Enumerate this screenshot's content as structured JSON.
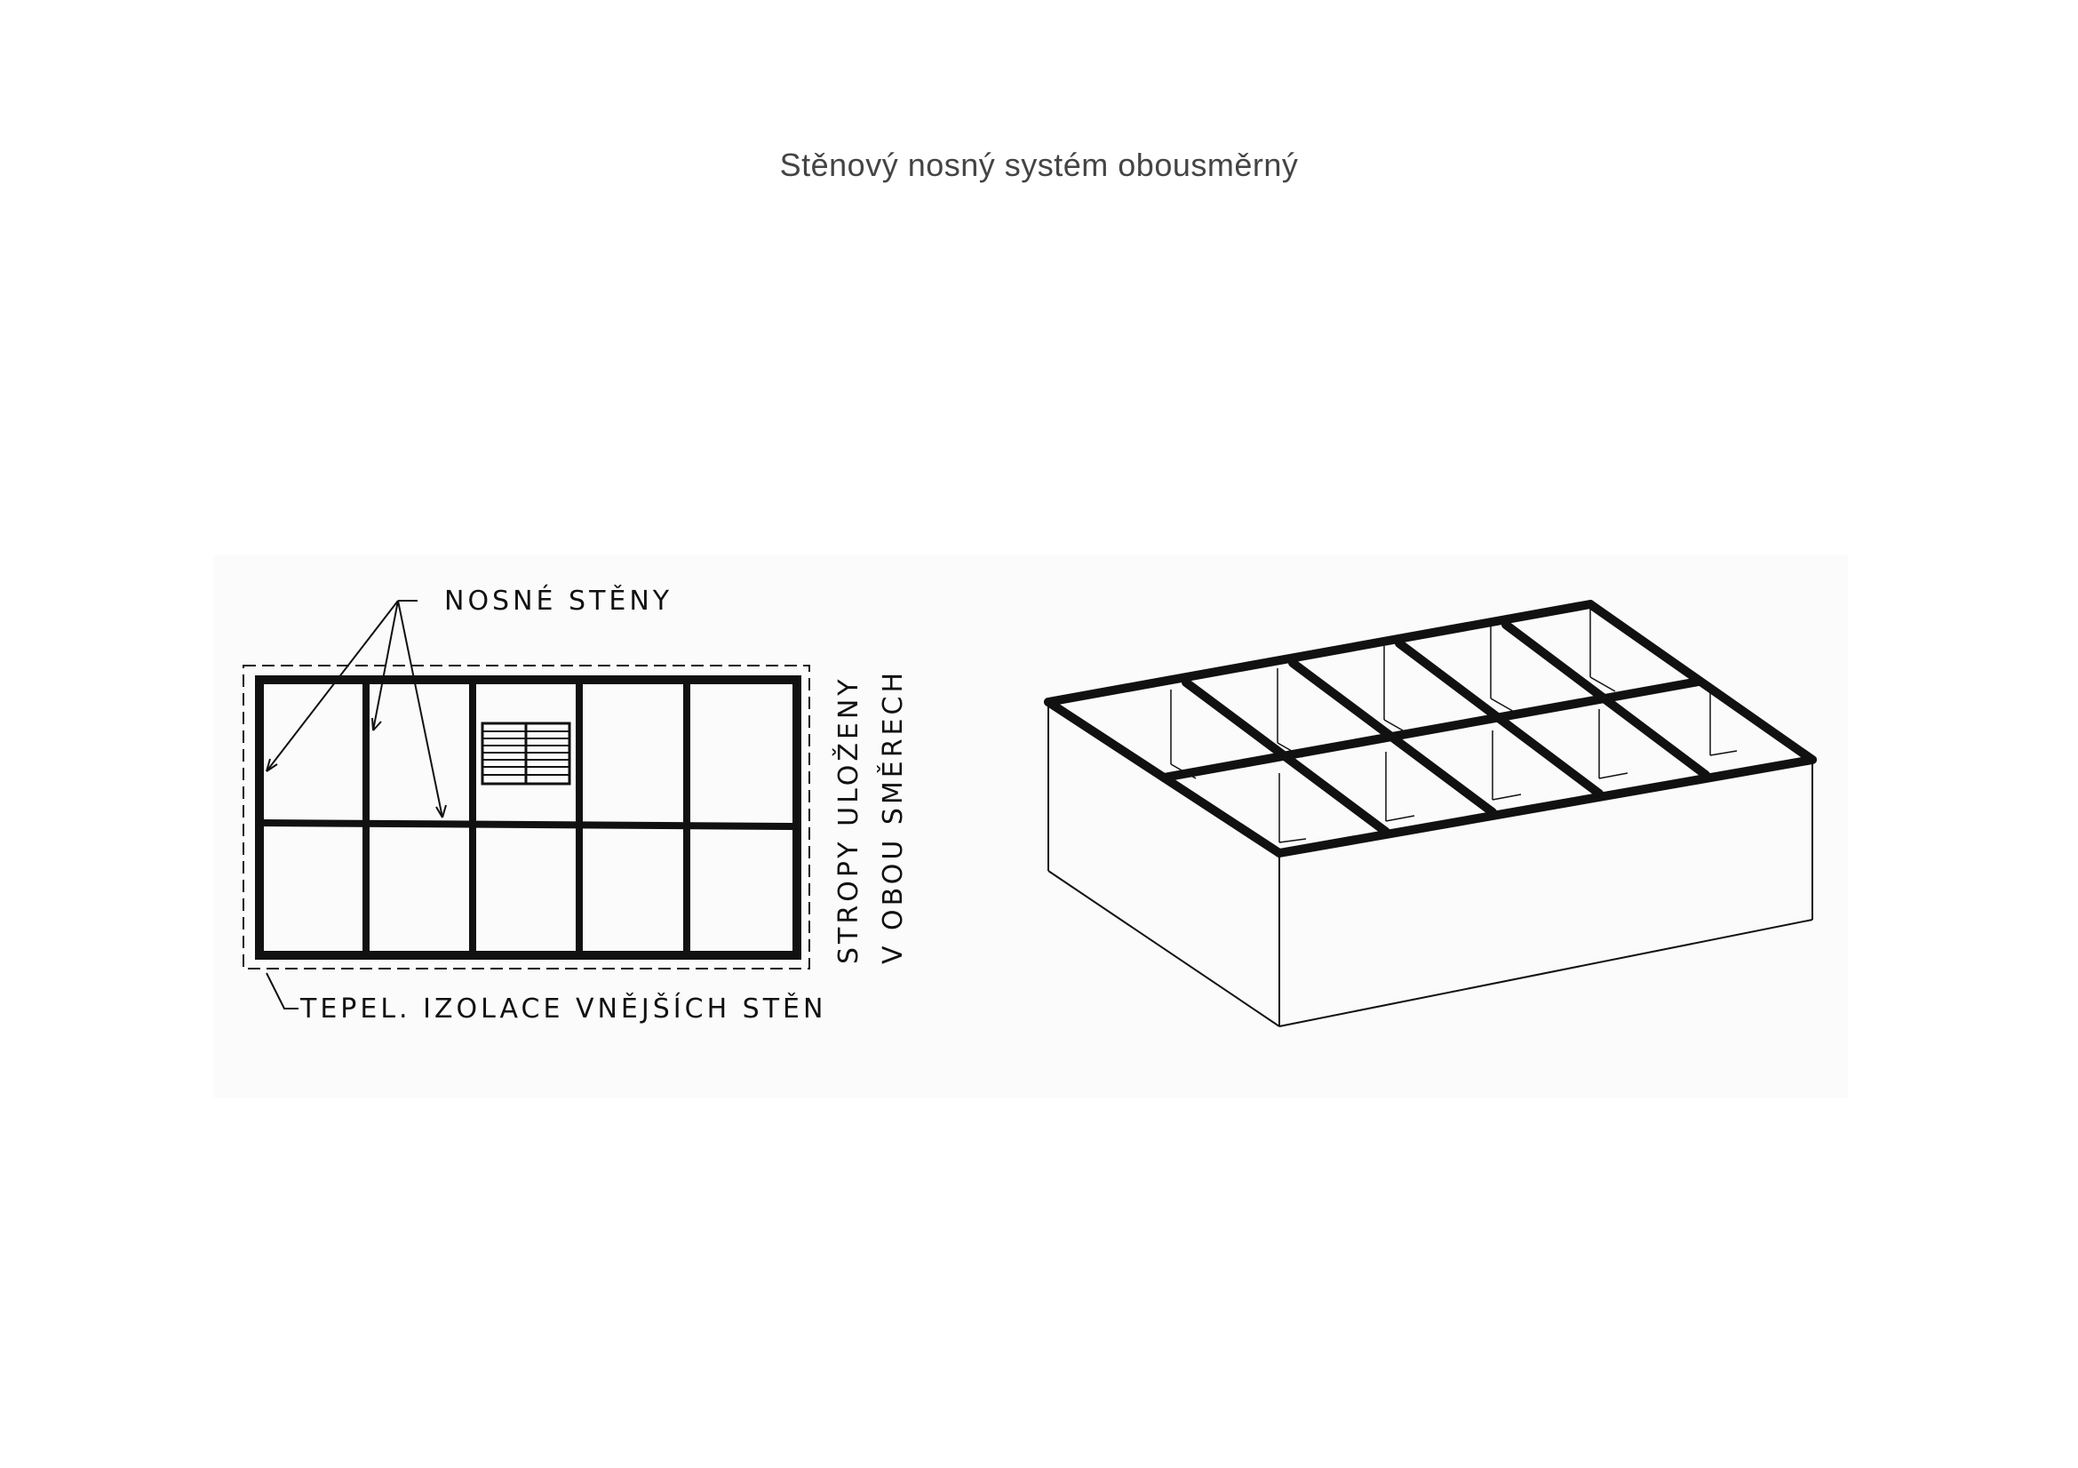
{
  "title": "Stěnový nosný systém obousměrný",
  "labels": {
    "load_bearing_walls": "NOSNÉ STĚNY",
    "insulation": "TEPEL. IZOLACE VNĚJŠÍCH STĚN",
    "ceilings_line1": "STROPY ULOŽENY",
    "ceilings_line2": "V OBOU SMĚRECH"
  },
  "colors": {
    "ink": "#111111",
    "title": "#444444"
  }
}
